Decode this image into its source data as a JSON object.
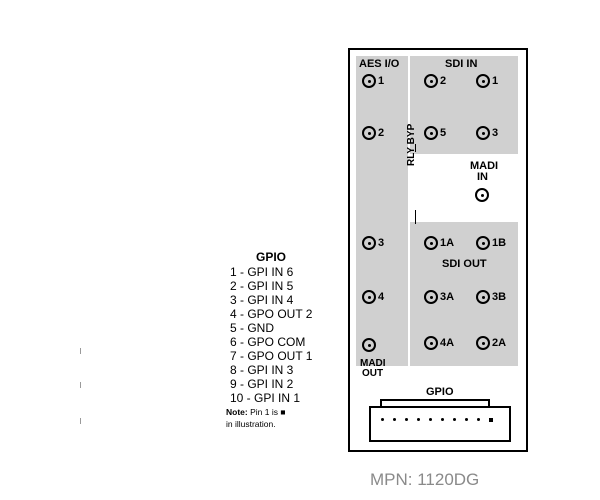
{
  "legend": {
    "title": "GPIO",
    "pins": [
      "1 - GPI IN 6",
      "2 - GPI IN 5",
      "3 - GPI IN 4",
      "4 - GPO OUT 2",
      "5 - GND",
      "6 - GPO COM",
      "7 - GPO OUT 1",
      "8 - GPI IN 3",
      "9 - GPI IN 2",
      "10 - GPI IN 1"
    ],
    "note_label": "Note:",
    "note_line1": " Pin 1 is ■",
    "note_line2": "in illustration."
  },
  "panel": {
    "aes_title": "AES I/O",
    "aes_ports": [
      "1",
      "2",
      "3",
      "4"
    ],
    "sdi_in_title": "SDI IN",
    "sdi_in_ports": [
      "2",
      "1",
      "5",
      "3"
    ],
    "madi_in_label_1": "MADI",
    "madi_in_label_2": "IN",
    "rly_byp_label": "RLY BYP",
    "sdi_out_title": "SDI OUT",
    "sdi_out_ports": [
      "1A",
      "1B",
      "3A",
      "3B",
      "4A",
      "2A"
    ],
    "madi_out_label_1": "MADI",
    "madi_out_label_2": "OUT",
    "gpio_title": "GPIO"
  },
  "mpn": "MPN: 1120DG"
}
